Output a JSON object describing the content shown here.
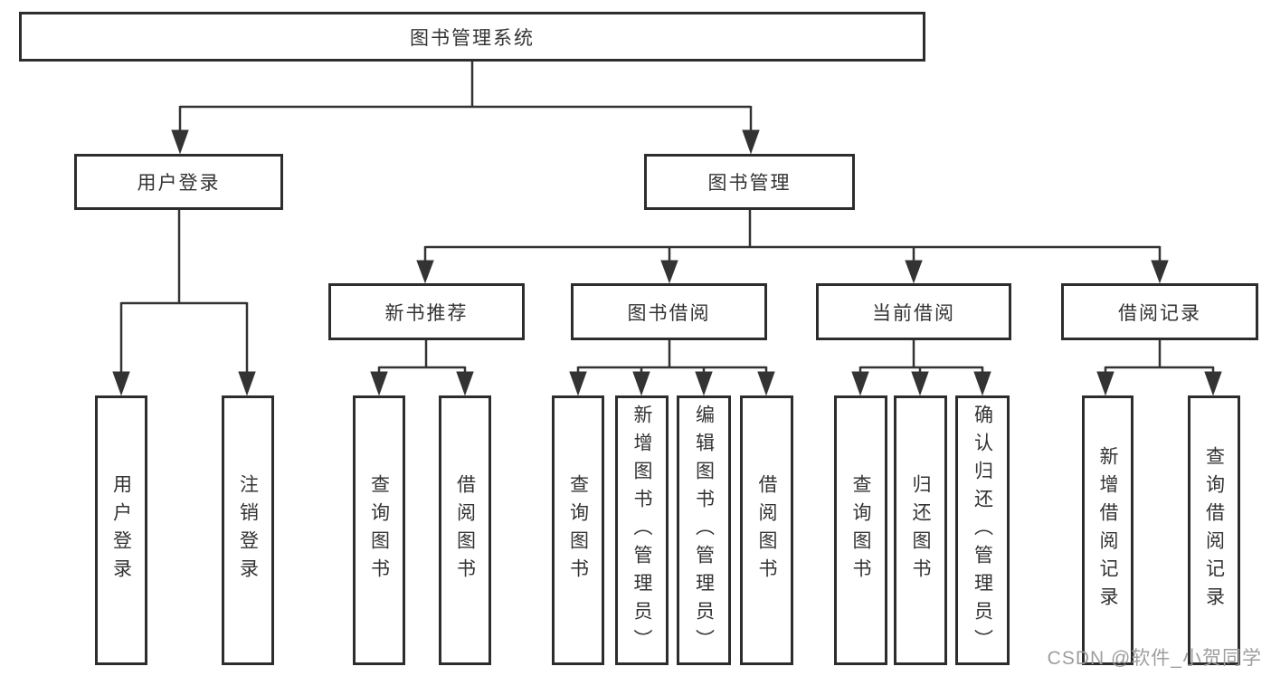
{
  "diagram": {
    "root": {
      "label": "图书管理系统"
    },
    "level1": {
      "user_login": {
        "label": "用户登录"
      },
      "book_management": {
        "label": "图书管理"
      }
    },
    "level2": {
      "new_book_recommend": {
        "label": "新书推荐"
      },
      "book_borrow": {
        "label": "图书借阅"
      },
      "current_borrow": {
        "label": "当前借阅"
      },
      "borrow_records": {
        "label": "借阅记录"
      }
    },
    "leaves": {
      "user_login_leaf": {
        "label": "用户登录"
      },
      "logout_leaf": {
        "label": "注销登录"
      },
      "nb_query_books": {
        "label": "查询图书"
      },
      "nb_borrow_books": {
        "label": "借阅图书"
      },
      "bb_query_books": {
        "label": "查询图书"
      },
      "bb_add_books": {
        "label": "新增图书（管理员）"
      },
      "bb_edit_books": {
        "label": "编辑图书（管理员）"
      },
      "bb_borrow_books": {
        "label": "借阅图书"
      },
      "cb_query_books": {
        "label": "查询图书"
      },
      "cb_return_books": {
        "label": "归还图书"
      },
      "cb_confirm_return": {
        "label": "确认归还（管理员）"
      },
      "br_add_record": {
        "label": "新增借阅记录"
      },
      "br_query_record": {
        "label": "查询借阅记录"
      }
    },
    "colors": {
      "line": "#333333",
      "text": "#333333",
      "background": "#ffffff"
    }
  },
  "watermark": {
    "text": "CSDN @软件_小贺同学",
    "color": "#9e9e9e"
  }
}
